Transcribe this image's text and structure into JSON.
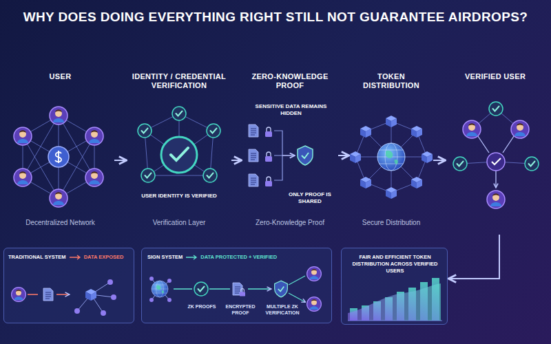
{
  "diagram": {
    "title": "WHY DOES DOING EVERYTHING RIGHT STILL NOT GUARANTEE AIRDROPS?",
    "nodes": [
      {
        "text": [
          "USER",
          "Decentralized Network"
        ]
      },
      {
        "text": [
          "IDENTITY / CREDENTIAL VERIFICATION",
          "USER IDENTITY IS VERIFIED",
          "Verification Layer"
        ]
      },
      {
        "text": [
          "ZERO-KNOWLEDGE PROOF",
          "SENSITIVE DATA REMAINS HIDDEN",
          "ONLY PROOF IS SHARED",
          "Zero-Knowledge Proof"
        ]
      },
      {
        "text": [
          "TOKEN DISTRIBUTION",
          "Secure Distribution"
        ]
      },
      {
        "text": [
          "VERIFIED USER"
        ]
      },
      {
        "text": [
          "TRADITIONAL SYSTEM",
          "DATA EXPOSED"
        ]
      },
      {
        "text": [
          "SIGN SYSTEM",
          "DATA PROTECTED + VERIFIED",
          "ZK PROOFS",
          "ENCRYPTED PROOF",
          "MULTIPLE ZK VERIFICATION"
        ]
      },
      {
        "text": [
          "FAIR AND EFFICIENT TOKEN DISTRIBUTION ACROSS VERIFIED USERS"
        ]
      }
    ],
    "edges": [
      {
        "from": 0,
        "to": 1,
        "arrow": "to"
      },
      {
        "from": 1,
        "to": 2,
        "arrow": "to"
      },
      {
        "from": 2,
        "to": 3,
        "arrow": "to"
      },
      {
        "from": 3,
        "to": 4,
        "arrow": "to"
      },
      {
        "from": 4,
        "to": 7,
        "arrow": "to"
      }
    ]
  }
}
